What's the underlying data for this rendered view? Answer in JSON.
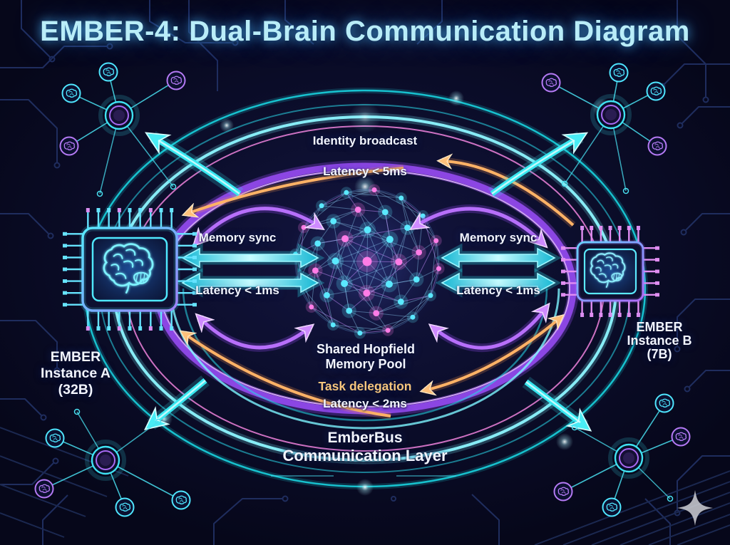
{
  "title": "EMBER-4: Dual-Brain Communication Diagram",
  "instance_a": {
    "line1": "EMBER",
    "line2": "Instance A",
    "line3": "(32B)"
  },
  "instance_b": {
    "line1": "EMBER",
    "line2": "Instance B",
    "line3": "(7B)"
  },
  "links": {
    "identity_broadcast": {
      "label": "Identity broadcast",
      "latency": "Latency < 5ms"
    },
    "memory_sync": {
      "label": "Memory sync",
      "latency": "Latency < 1ms"
    },
    "task_delegation": {
      "label": "Task delegation",
      "latency": "Latency < 2ms"
    }
  },
  "memory_pool": {
    "line1": "Shared Hopfield",
    "line2": "Memory Pool"
  },
  "bus": {
    "line1": "EmberBus",
    "line2": "Communication Layer"
  },
  "icons": {
    "chip_a": "brain-chip-icon",
    "chip_b": "brain-chip-icon",
    "center": "hopfield-sphere-icon",
    "corner_hubs": "neural-hub-icon",
    "bottom_right": "sparkle-icon"
  },
  "colors": {
    "background": "#0a0b20",
    "cyan": "#3ae8f2",
    "bright_cyan": "#8df6ff",
    "purple": "#9a4cf0",
    "magenta": "#ee7fd8",
    "orange": "#ffb36b",
    "title_text": "#b9edf8",
    "label_text": "#f2f5ff",
    "task_text": "#f5c57d"
  }
}
